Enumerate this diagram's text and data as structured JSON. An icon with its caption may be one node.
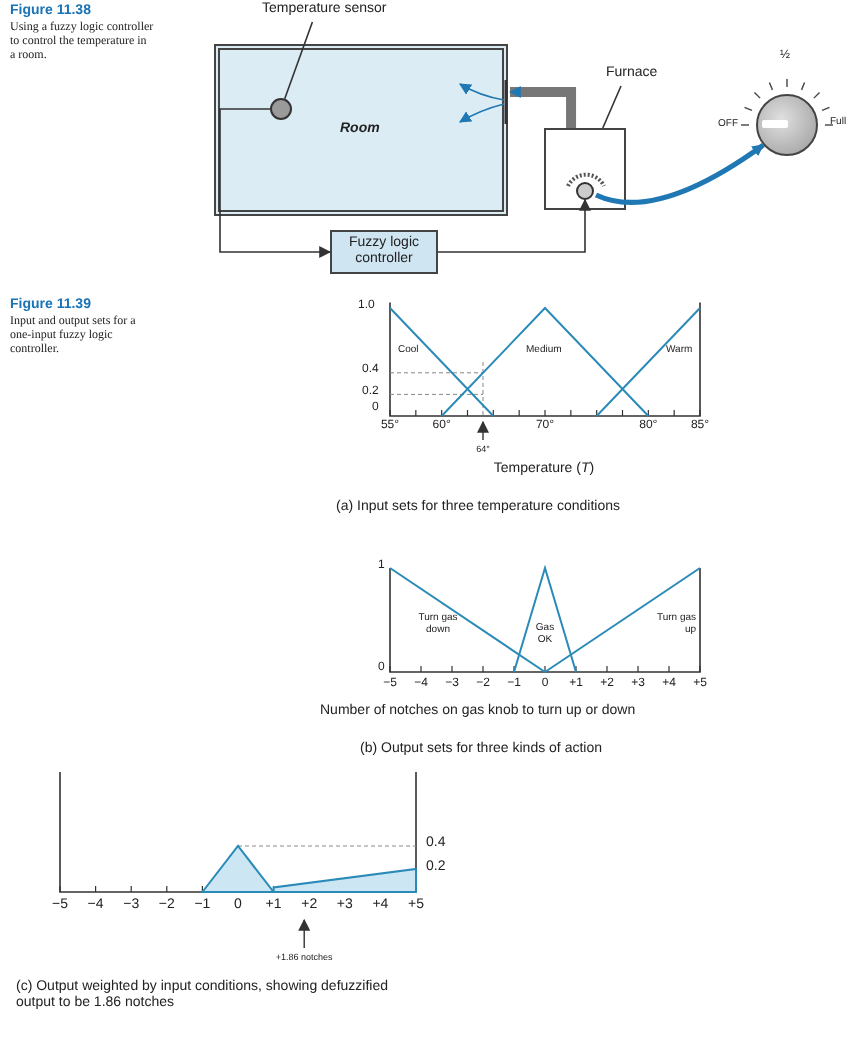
{
  "diagram": {
    "nodes": [
      {
        "text": [
          "Room"
        ]
      },
      {
        "text": [],
        "shape": "circle",
        "in": 0
      },
      {
        "text": [
          "Temperature sensor"
        ]
      },
      {
        "text": [],
        "shape": "box"
      },
      {
        "text": [
          "Furnace"
        ]
      },
      {
        "text": [
          "Fuzzy logic controller"
        ]
      },
      {
        "text": [],
        "shape": "circle",
        "in": 3
      },
      {
        "text": [],
        "shape": "circle",
        "beside": [
          "OFF",
          "½",
          "Full"
        ]
      }
    ],
    "edges": [
      {
        "from": 2,
        "to": 1,
        "arrow": "none"
      },
      {
        "from": 4,
        "to": 3,
        "arrow": "none"
      },
      {
        "from": 3,
        "to": 0,
        "arrow": "to",
        "style": "thick"
      },
      {
        "from": 1,
        "to": 5,
        "arrow": "to"
      },
      {
        "from": 5,
        "to": 6,
        "arrow": "to"
      },
      {
        "from": 6,
        "to": 7,
        "arrow": "to",
        "style": "thick",
        "color": "#1f78b4"
      }
    ],
    "labels": [
      "Figure 11.38",
      "Using a fuzzy logic controller to control the temperature in a room.",
      "Figure 11.39",
      "Input and output sets for a one-input fuzzy logic controller.",
      "1.0",
      "0.4",
      "0.2",
      "0",
      "55°",
      "60°",
      "64°",
      "70°",
      "80°",
      "85°",
      "Cool",
      "Medium",
      "Warm",
      "Temperature (*T*)",
      "(a) Input sets for three temperature conditions",
      "1",
      "Turn gas down",
      "Gas OK",
      "Turn gas up",
      "0",
      "−5",
      "−4",
      "−3",
      "−2",
      "−1",
      "0",
      "+1",
      "+2",
      "+3",
      "+4",
      "+5",
      "Number of notches on gas knob to turn up or down",
      "(b) Output sets for three kinds of action",
      "0.4",
      "0.2",
      "−5",
      "−4",
      "−3",
      "−2",
      "−1",
      "0",
      "+1",
      "+2",
      "+3",
      "+4",
      "+5",
      "+1.86 notches",
      "(c) Output weighted by input conditions, showing defuzzified output to be 1.86 notches"
    ]
  }
}
